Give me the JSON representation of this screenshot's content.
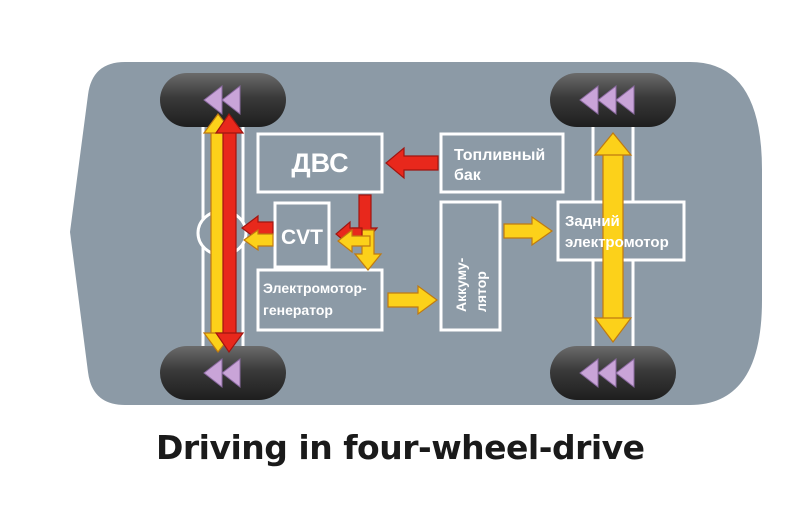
{
  "colors": {
    "chassis": "#8c9aa6",
    "box": "#8c9aa6",
    "engine_flow": "#e8281c",
    "electric_flow": "#fcd11a",
    "wheel_arrows": "#c9a4d8"
  },
  "labels": {
    "engine": "ДВС",
    "fuel_tank_line1": "Топливный",
    "fuel_tank_line2": "бак",
    "cvt": "CVT",
    "motor_gen_line1": "Электромотор-",
    "motor_gen_line2": "генератор",
    "battery_line1": "Аккуму-",
    "battery_line2": "лятор",
    "rear_motor_line1": "Задний",
    "rear_motor_line2": "электромотор"
  },
  "caption": "Driving in four-wheel-drive"
}
